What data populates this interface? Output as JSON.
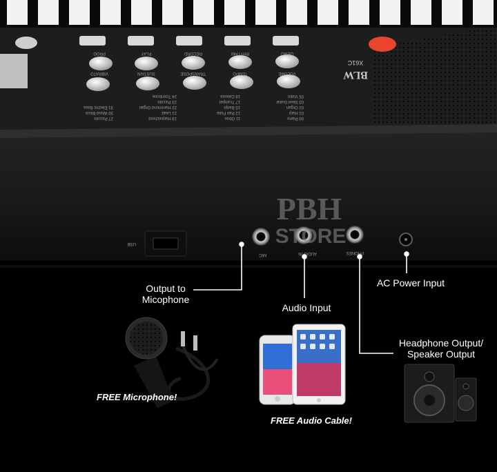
{
  "watermark": {
    "line1": "PBH",
    "line2": "STORE"
  },
  "brand": {
    "logo": "BLW",
    "model": "X61C"
  },
  "callouts": {
    "microphone": [
      "Output to",
      "Micophone"
    ],
    "audio_input": "Audio Input",
    "ac_power": "AC Power Input",
    "headphone": [
      "Headphone Output/",
      "Speaker Output"
    ]
  },
  "captions": {
    "free_microphone": "FREE Microphone!",
    "free_cable": "FREE Audio Cable!"
  },
  "jack_labels": {
    "usb": "USB",
    "mic": "MIC",
    "audio_in": "AUDIO IN",
    "phones": "PHONES"
  },
  "panel_buttons": {
    "row1": [
      "VOLUME",
      "TEMPO",
      "TRANSPOSE",
      "SUSTAIN",
      "VIBRATO"
    ],
    "row2": [
      "DEMO",
      "RHYTHM",
      "RECORD",
      "PLAY",
      "PROG"
    ]
  },
  "voice_list": [
    "00 Piano",
    "01 Harp",
    "02 Organ",
    "03 Steel Guitar",
    "05 Violin",
    "11 Oboe",
    "12 Pan Flute",
    "15 Banjo",
    "17 Trumpet",
    "18 Celesta",
    "19 Harpsichord",
    "21 Lead",
    "22 Hammond Organ",
    "23 Piccolo",
    "24 Trombone",
    "27 Piccolo",
    "30 Wood Block",
    "31 Electric Bass"
  ],
  "icons": [
    "microphone-icon",
    "phone-icon",
    "tablet-icon",
    "speaker-icon",
    "ac-jack-icon"
  ],
  "colors": {
    "power_button": "#e8452c",
    "leader_lines": "#ffffff",
    "body": "#1a1a1a"
  }
}
